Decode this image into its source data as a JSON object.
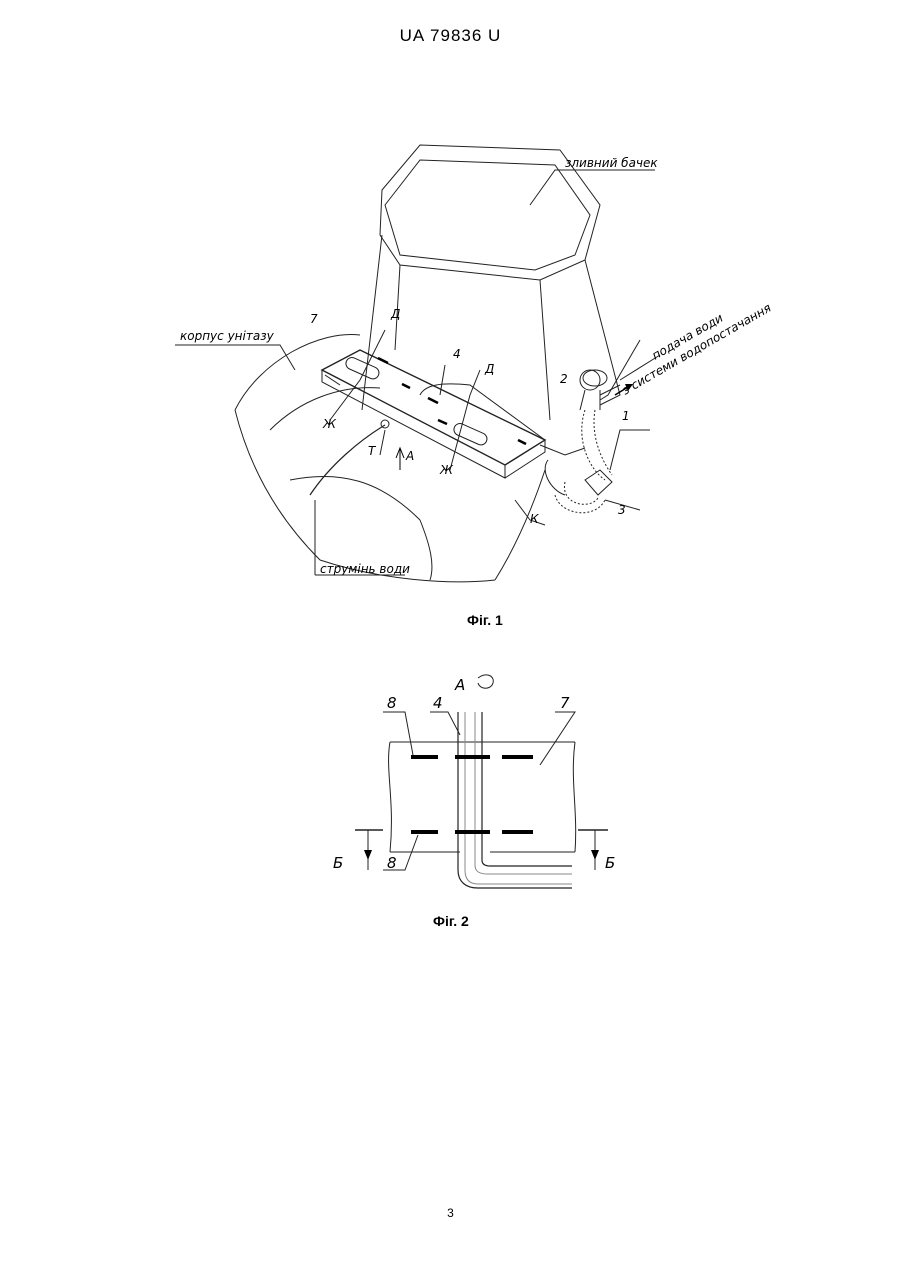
{
  "header": "UA   79836   U",
  "page_number": "3",
  "figure1": {
    "caption": "Фіг. 1",
    "labels": {
      "tank": "зливний бачек",
      "body": "корпус унітазу",
      "supply_line1": "подача води",
      "supply_line2": "з системи водопостачання",
      "stream": "струмінь води",
      "n7": "7",
      "n4": "4",
      "n2": "2",
      "n1": "1",
      "n3": "3",
      "d_top": "Д",
      "d_right": "Д",
      "zh_left": "Ж",
      "zh_right": "Ж",
      "t": "Т",
      "a": "А",
      "k": "К"
    }
  },
  "figure2": {
    "caption": "Фіг. 2",
    "labels": {
      "view": "А",
      "n8_top": "8",
      "n4": "4",
      "n7": "7",
      "n8_bottom": "8",
      "b_left": "Б",
      "b_right": "Б"
    }
  }
}
